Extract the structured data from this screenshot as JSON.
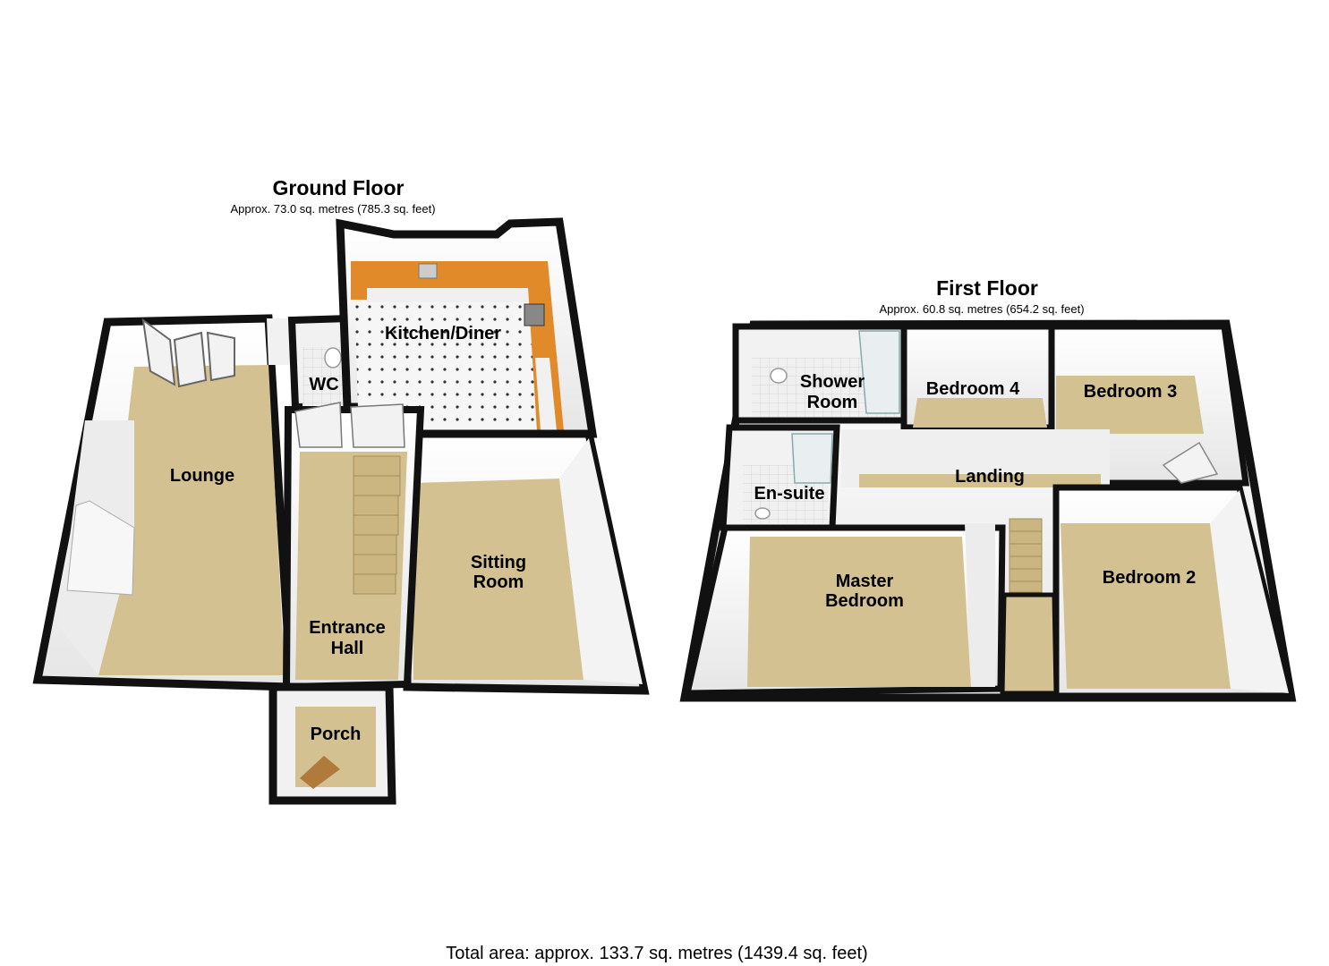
{
  "ground_floor": {
    "title": "Ground Floor",
    "area": "Approx. 73.0 sq. metres (785.3 sq. feet)",
    "rooms": {
      "lounge": "Lounge",
      "wc": "WC",
      "kitchen": "Kitchen/Diner",
      "sitting_line1": "Sitting",
      "sitting_line2": "Room",
      "hall_line1": "Entrance",
      "hall_line2": "Hall",
      "porch": "Porch"
    }
  },
  "first_floor": {
    "title": "First Floor",
    "area": "Approx. 60.8 sq. metres (654.2 sq. feet)",
    "rooms": {
      "shower_line1": "Shower",
      "shower_line2": "Room",
      "bedroom4": "Bedroom 4",
      "bedroom3": "Bedroom 3",
      "ensuite": "En-suite",
      "landing": "Landing",
      "master_line1": "Master",
      "master_line2": "Bedroom",
      "bedroom2": "Bedroom 2"
    }
  },
  "total_area": "Total area: approx. 133.7 sq. metres (1439.4 sq. feet)",
  "colors": {
    "carpet": "#d4c191",
    "wall_top": "#111111",
    "wall_face": "#f4f4f4",
    "kitchen_worktop": "#e08a2a",
    "kitchen_floor": "#f6f6f6",
    "tile_floor": "#eeeeee",
    "label_bg": "#ece9e0"
  }
}
